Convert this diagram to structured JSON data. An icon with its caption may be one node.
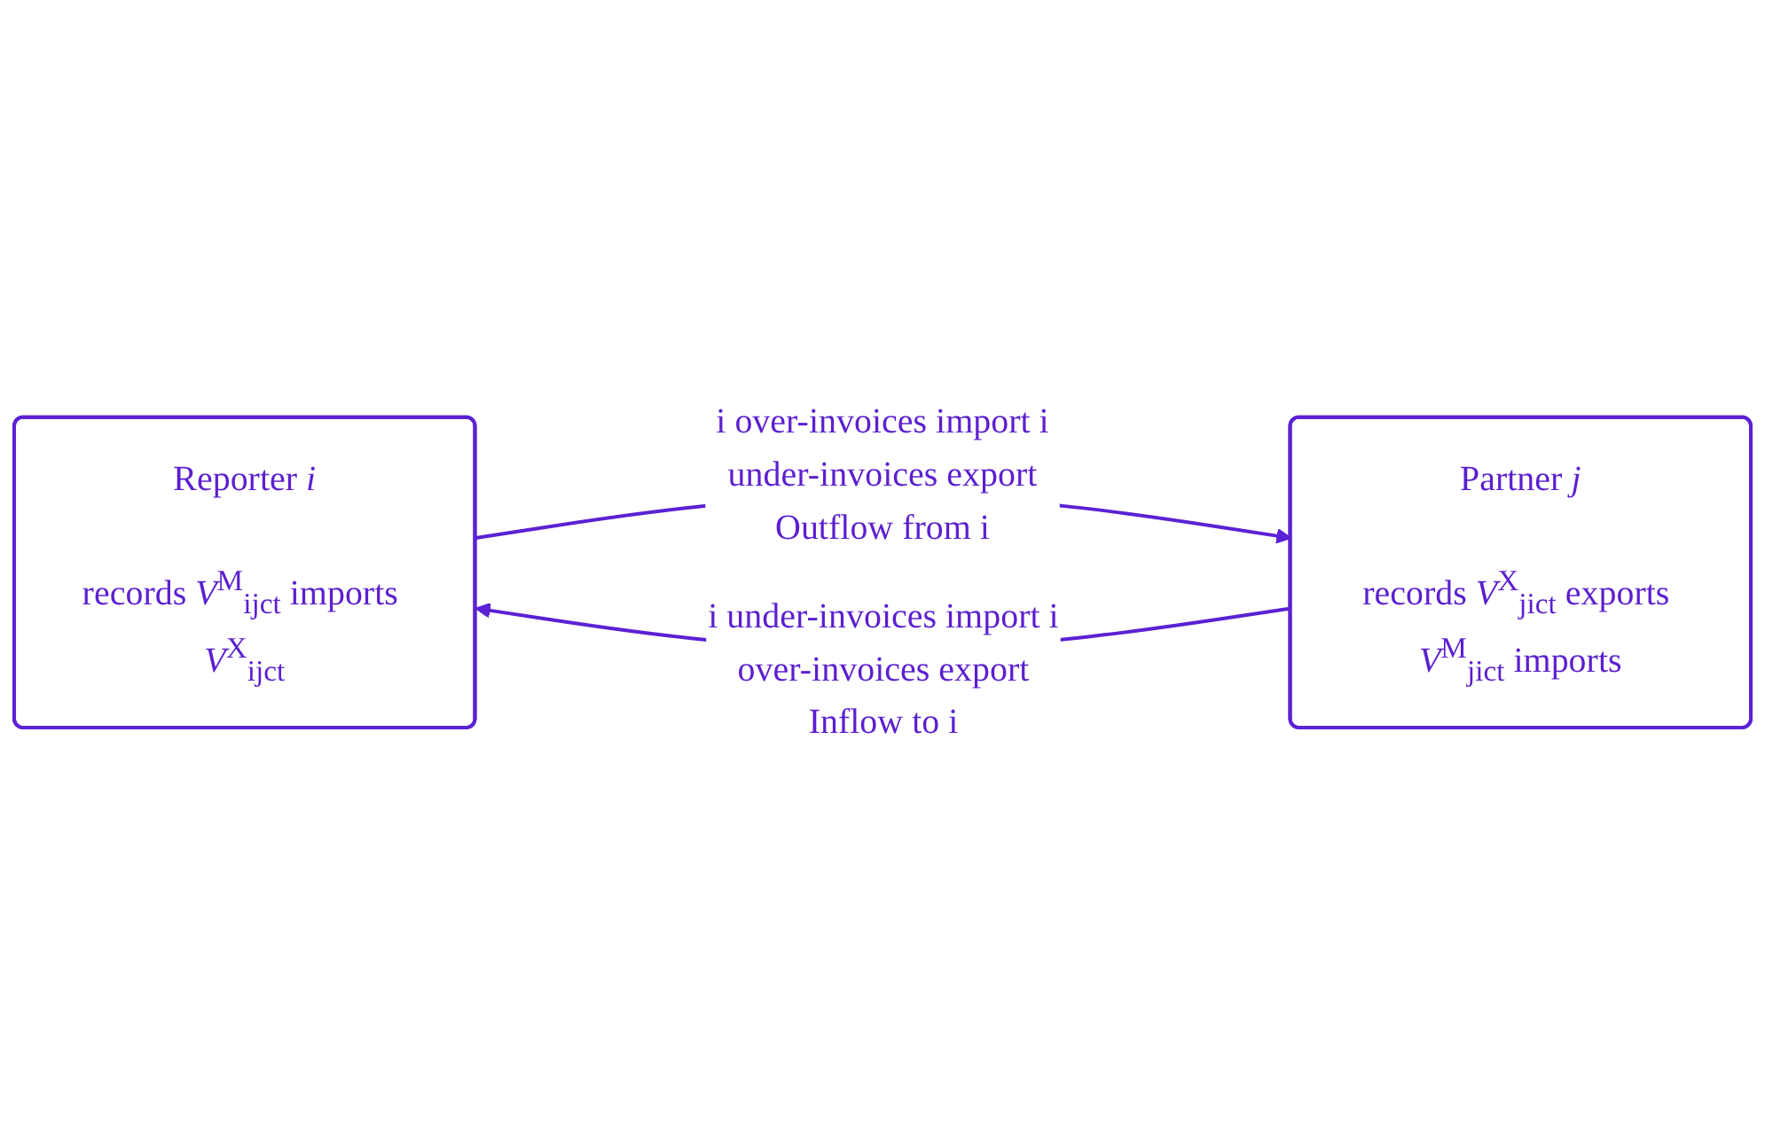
{
  "diagram": {
    "nodes": [
      {
        "text": [
          "Reporter *i*",
          "records *V*$^{M}$$_{ijct}$ imports *V*$^{X}$$_{ijct}$"
        ]
      },
      {
        "text": [
          "Partner *j*",
          "records *V*$^{X}$$_{jict}$ exports *V*$^{M}$$_{jict}$ imports"
        ]
      }
    ],
    "edges": [
      {
        "from": 0,
        "to": 1,
        "arrow": "to",
        "label": "i over-invoices import i under-invoices export Outflow from i"
      },
      {
        "from": 1,
        "to": 0,
        "arrow": "to",
        "label": "i under-invoices import i over-invoices export Inflow to i"
      }
    ]
  }
}
